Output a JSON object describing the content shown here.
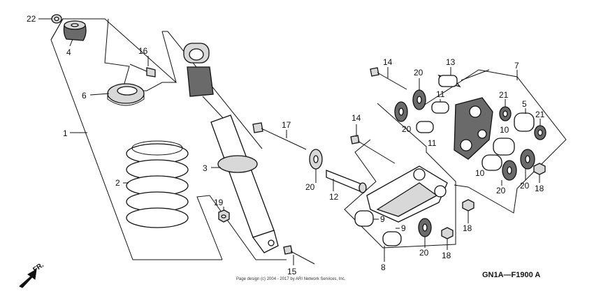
{
  "diagram": {
    "callouts": {
      "n22": "22",
      "n4": "4",
      "n16": "16",
      "n6": "6",
      "n1": "1",
      "n2": "2",
      "n3": "3",
      "n19": "19",
      "n17": "17",
      "n15": "15",
      "n14a": "14",
      "n14b": "14",
      "n20a": "20",
      "n20b": "20",
      "n20c": "20",
      "n20d": "20",
      "n20e": "20",
      "n20f": "20",
      "n13": "13",
      "n11a": "11",
      "n11b": "11",
      "n7": "7",
      "n21a": "21",
      "n21b": "21",
      "n5": "5",
      "n10a": "10",
      "n10b": "10",
      "n18a": "18",
      "n18b": "18",
      "n18c": "18",
      "n12": "12",
      "n9a": "9",
      "n9b": "9",
      "n8": "8"
    },
    "diagram_code": "GN1A—F1900 A",
    "copyright": "Page design (c) 2004 - 2017 by ARI Network Services, Inc.",
    "direction_label": "FR."
  }
}
